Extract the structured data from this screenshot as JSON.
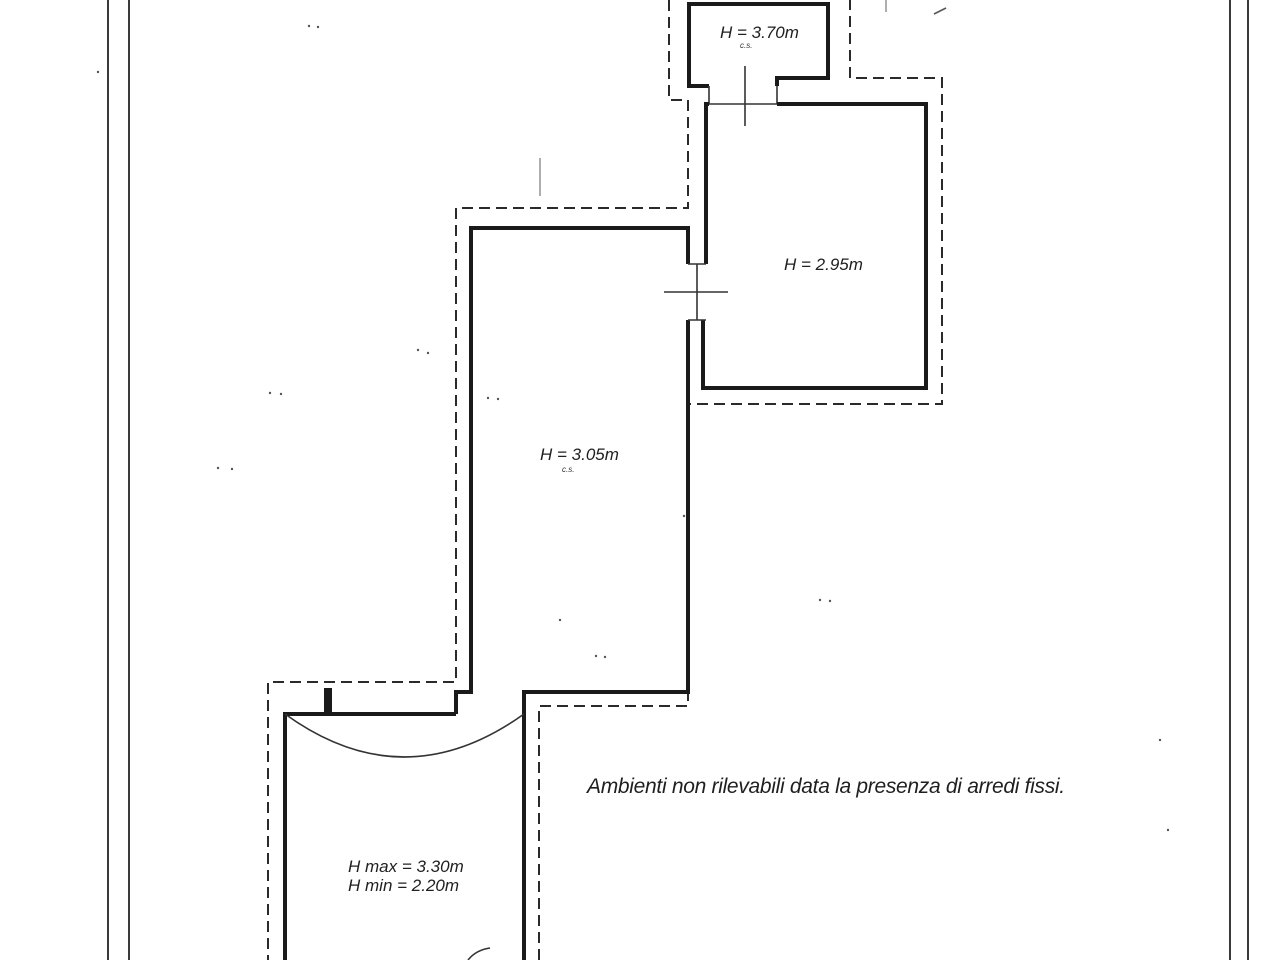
{
  "rooms": [
    {
      "height_label": "H = 3.70m",
      "sub_label": "c.s."
    },
    {
      "height_label": "H = 2.95m",
      "sub_label": ""
    },
    {
      "height_label": "H = 3.05m",
      "sub_label": "c.s."
    },
    {
      "height_label": "H max = 3.30m",
      "height_label_2": "H min = 2.20m"
    }
  ],
  "note": "Ambienti non rilevabili data la presenza di arredi fissi.",
  "colors": {
    "line": "#1a1a1a",
    "paper": "#ffffff"
  }
}
